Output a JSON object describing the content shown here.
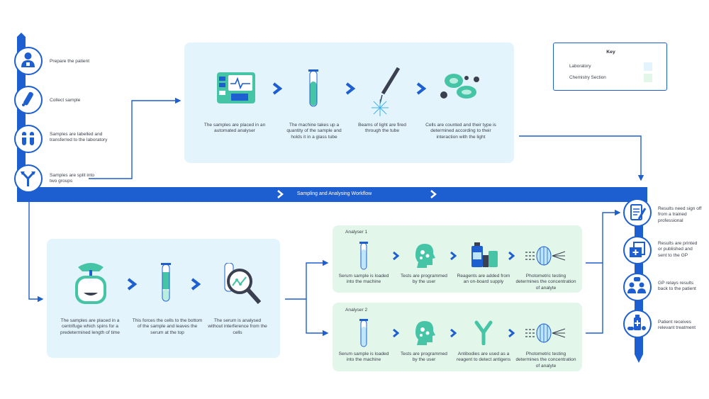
{
  "workflow_title": "Sampling and Analysing Workflow",
  "key": {
    "title": "Key",
    "items": [
      {
        "label": "Laboratory",
        "color": "#e3f4fc"
      },
      {
        "label": "Chemistry Section",
        "color": "#e2f6ea"
      }
    ]
  },
  "colors": {
    "primary": "#1d5fd1",
    "teal": "#3fc9a2",
    "laboratory": "#e3f4fc",
    "chemistry": "#e2f6ea"
  },
  "left_steps": [
    {
      "icon": "patient-icon",
      "text": "Prepare the patient"
    },
    {
      "icon": "test-tube-icon",
      "text": "Collect sample"
    },
    {
      "icon": "labelled-tubes-icon",
      "text": "Samples are labelled and transferred to the laboratory"
    },
    {
      "icon": "split-arrow-icon",
      "text": "Samples are split into two groups"
    }
  ],
  "laboratory_top": [
    {
      "icon": "analyser-machine-icon",
      "text": "The samples are placed in an automated analyser"
    },
    {
      "icon": "glass-tube-icon",
      "text": "The machine takes up a quantity of the sample and holds it in a glass tube"
    },
    {
      "icon": "light-beam-icon",
      "text": "Beams of light are fired through the tube"
    },
    {
      "icon": "cells-icon",
      "text": "Cells are counted and their type is determined according to their interaction with the light"
    }
  ],
  "laboratory_bottom": [
    {
      "icon": "centrifuge-icon",
      "text": "The samples are placed in a centrifuge which spins for a predetermined length of time"
    },
    {
      "icon": "separated-tube-icon",
      "text": "This forces the cells to the bottom of the sample and leaves the serum at the top"
    },
    {
      "icon": "magnifier-icon",
      "text": "The serum is analysed without interference from the cells"
    }
  ],
  "analyser_1": {
    "title": "Analyser 1",
    "steps": [
      {
        "icon": "serum-tube-icon",
        "text": "Serum sample is loaded into the machine"
      },
      {
        "icon": "head-program-icon",
        "text": "Tests are programmed by the user"
      },
      {
        "icon": "reagent-bottles-icon",
        "text": "Reagents are added from an on-board supply"
      },
      {
        "icon": "photometric-icon",
        "text": "Photometric testing determines the concentration of analyte"
      }
    ]
  },
  "analyser_2": {
    "title": "Analyser 2",
    "steps": [
      {
        "icon": "serum-tube-icon",
        "text": "Serum sample is loaded into the machine"
      },
      {
        "icon": "head-program-icon",
        "text": "Tests are programmed by the user"
      },
      {
        "icon": "antibody-icon",
        "text": "Antibodies are used as a reagent to detect antigens"
      },
      {
        "icon": "photometric-icon",
        "text": "Photometric testing determines the concentration of analyte"
      }
    ]
  },
  "right_steps": [
    {
      "icon": "clipboard-signoff-icon",
      "text": "Results need sign off from a trained professional"
    },
    {
      "icon": "printed-results-icon",
      "text": "Results are printed or published and sent to the GP"
    },
    {
      "icon": "gp-relay-icon",
      "text": "GP relays results back to the patient"
    },
    {
      "icon": "treatment-icon",
      "text": "Patient receives relevant treatment"
    }
  ]
}
